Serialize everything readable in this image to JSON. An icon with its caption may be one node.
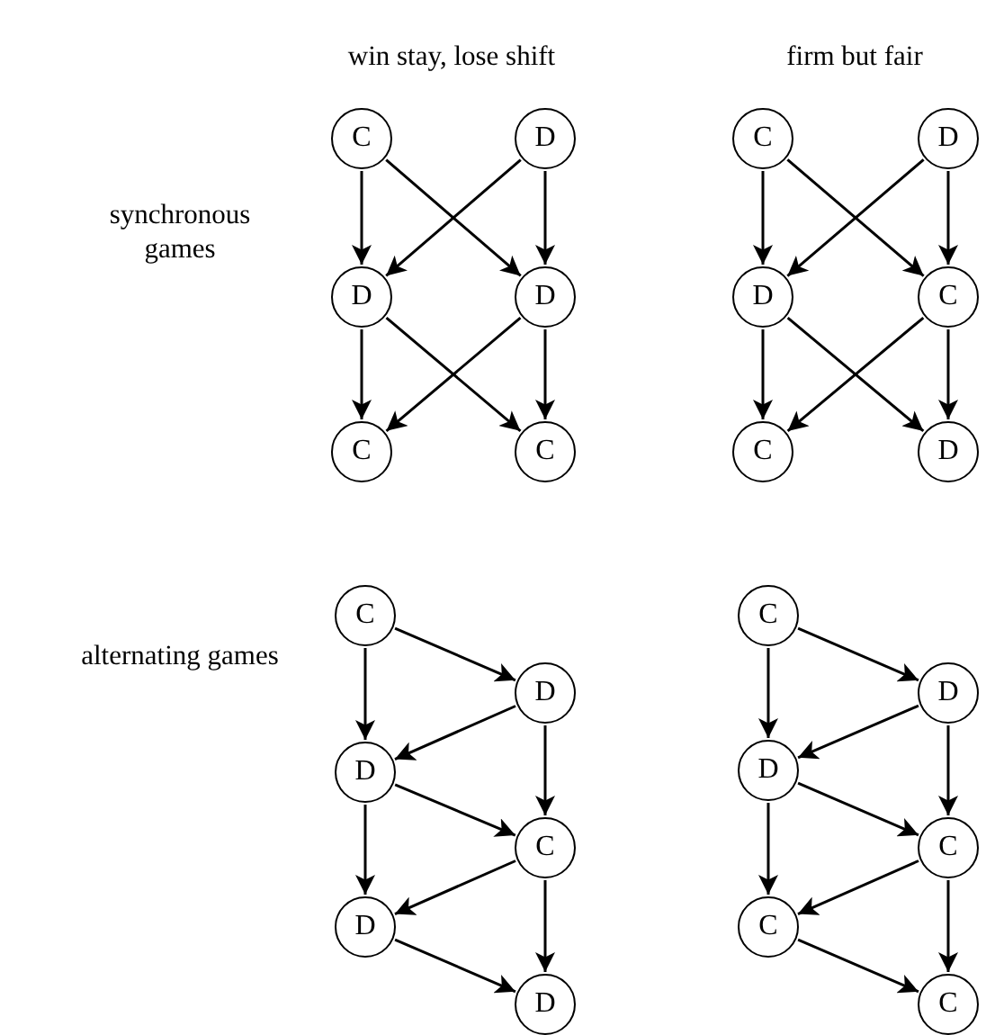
{
  "diagram": {
    "nodes": [
      {
        "text": [
          "C"
        ]
      },
      {
        "text": [
          "D"
        ]
      },
      {
        "text": [
          "D"
        ]
      },
      {
        "text": [
          "D"
        ]
      },
      {
        "text": [
          "C"
        ]
      },
      {
        "text": [
          "C"
        ]
      },
      {
        "text": [
          "C"
        ]
      },
      {
        "text": [
          "D"
        ]
      },
      {
        "text": [
          "D"
        ]
      },
      {
        "text": [
          "C"
        ]
      },
      {
        "text": [
          "C"
        ]
      },
      {
        "text": [
          "D"
        ]
      },
      {
        "text": [
          "C"
        ]
      },
      {
        "text": [
          "D"
        ]
      },
      {
        "text": [
          "D"
        ]
      },
      {
        "text": [
          "C"
        ]
      },
      {
        "text": [
          "D"
        ]
      },
      {
        "text": [
          "D"
        ]
      },
      {
        "text": [
          "C"
        ]
      },
      {
        "text": [
          "D"
        ]
      },
      {
        "text": [
          "D"
        ]
      },
      {
        "text": [
          "C"
        ]
      },
      {
        "text": [
          "C"
        ]
      },
      {
        "text": [
          "C"
        ]
      }
    ],
    "edges": [
      {
        "from": 0,
        "to": 2,
        "arrow": "to"
      },
      {
        "from": 0,
        "to": 3,
        "arrow": "to"
      },
      {
        "from": 1,
        "to": 2,
        "arrow": "to"
      },
      {
        "from": 1,
        "to": 3,
        "arrow": "to"
      },
      {
        "from": 2,
        "to": 4,
        "arrow": "to"
      },
      {
        "from": 2,
        "to": 5,
        "arrow": "to"
      },
      {
        "from": 3,
        "to": 4,
        "arrow": "to"
      },
      {
        "from": 3,
        "to": 5,
        "arrow": "to"
      },
      {
        "from": 6,
        "to": 8,
        "arrow": "to"
      },
      {
        "from": 6,
        "to": 9,
        "arrow": "to"
      },
      {
        "from": 7,
        "to": 8,
        "arrow": "to"
      },
      {
        "from": 7,
        "to": 9,
        "arrow": "to"
      },
      {
        "from": 8,
        "to": 10,
        "arrow": "to"
      },
      {
        "from": 8,
        "to": 11,
        "arrow": "to"
      },
      {
        "from": 9,
        "to": 10,
        "arrow": "to"
      },
      {
        "from": 9,
        "to": 11,
        "arrow": "to"
      },
      {
        "from": 12,
        "to": 13,
        "arrow": "to"
      },
      {
        "from": 12,
        "to": 14,
        "arrow": "to"
      },
      {
        "from": 13,
        "to": 14,
        "arrow": "to"
      },
      {
        "from": 13,
        "to": 15,
        "arrow": "to"
      },
      {
        "from": 14,
        "to": 15,
        "arrow": "to"
      },
      {
        "from": 14,
        "to": 16,
        "arrow": "to"
      },
      {
        "from": 15,
        "to": 16,
        "arrow": "to"
      },
      {
        "from": 15,
        "to": 17,
        "arrow": "to"
      },
      {
        "from": 16,
        "to": 17,
        "arrow": "to"
      },
      {
        "from": 18,
        "to": 19,
        "arrow": "to"
      },
      {
        "from": 18,
        "to": 20,
        "arrow": "to"
      },
      {
        "from": 19,
        "to": 20,
        "arrow": "to"
      },
      {
        "from": 19,
        "to": 21,
        "arrow": "to"
      },
      {
        "from": 20,
        "to": 21,
        "arrow": "to"
      },
      {
        "from": 20,
        "to": 22,
        "arrow": "to"
      },
      {
        "from": 21,
        "to": 22,
        "arrow": "to"
      },
      {
        "from": 21,
        "to": 23,
        "arrow": "to"
      },
      {
        "from": 22,
        "to": 23,
        "arrow": "to"
      }
    ],
    "labels": [
      "win stay, lose shift",
      "firm but fair",
      "synchronous games",
      "alternating games"
    ]
  }
}
